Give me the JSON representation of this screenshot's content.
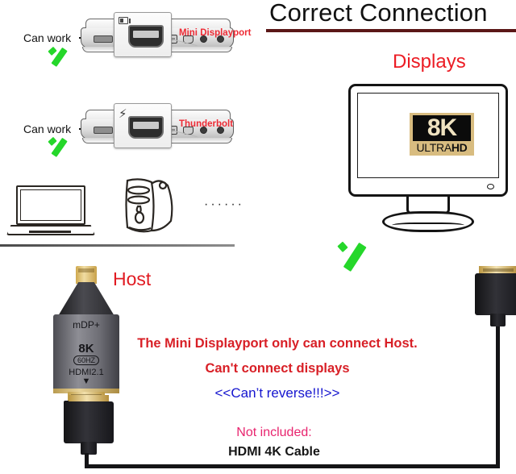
{
  "header": {
    "title": "Correct Connection",
    "title_underline_color": "#5b1717"
  },
  "palette": {
    "red": "#ec1c24",
    "dark_red": "#d81f26",
    "blue": "#1515cf",
    "pink": "#e8246e",
    "green_check": "#25d72a",
    "gold": "#d8bc80",
    "black": "#0b0b0b"
  },
  "left_panel": {
    "callouts": [
      {
        "status_label": "Can work",
        "port_label": "Mini Displayport",
        "port_icon": "displayport-icon",
        "check_icon": "green-check-icon"
      },
      {
        "status_label": "Can work",
        "port_label": "Thunderbolt",
        "port_icon": "thunderbolt-icon",
        "check_icon": "green-check-icon"
      }
    ],
    "device_icons": [
      {
        "name": "laptop-outline-icon"
      },
      {
        "name": "desktop-tower-outline-icon"
      }
    ],
    "ellipsis": "······"
  },
  "right_panel": {
    "displays_title": "Displays",
    "monitor": {
      "badge": {
        "resolution": "8K",
        "ultra": "ULTRA",
        "hd": "HD"
      },
      "power_led_icon": "power-led-icon"
    },
    "check_icon": "green-check-icon"
  },
  "adapter": {
    "host_label": "Host",
    "markings": {
      "brand": "mDP+",
      "resolution": "8K",
      "refresh": "60HZ",
      "standard": "HDMI2.1",
      "arrow": "▼"
    }
  },
  "notes": {
    "line1": "The Mini Displayport only can connect Host.",
    "line2": "Can't connect displays",
    "line3": "<<Can’t reverse!!!>>",
    "line4": "Not included:",
    "line5": "HDMI 4K Cable"
  }
}
